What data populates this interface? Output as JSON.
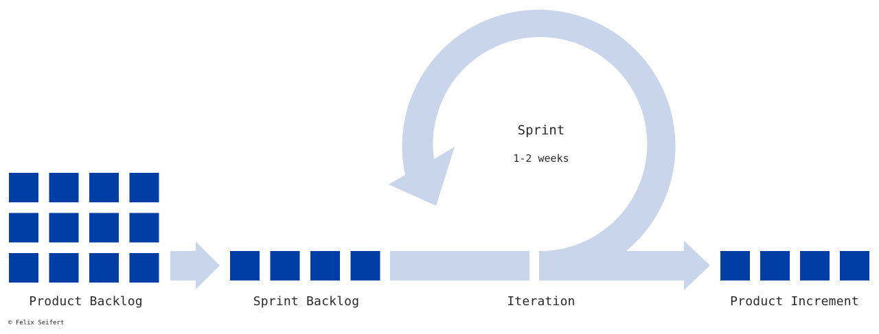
{
  "colors": {
    "block": "#003da5",
    "arrow": "#c8d5ea",
    "background": "#ffffff",
    "text": "#2a2a2a"
  },
  "stages": {
    "product_backlog": "Product Backlog",
    "sprint_backlog": "Sprint Backlog",
    "iteration": "Iteration",
    "product_increment": "Product Increment"
  },
  "sprint": {
    "title": "Sprint",
    "duration": "1-2 weeks"
  },
  "counts": {
    "product_backlog_items": 12,
    "sprint_backlog_items": 4,
    "product_increment_items": 4
  },
  "credit": "© Felix Seifert"
}
